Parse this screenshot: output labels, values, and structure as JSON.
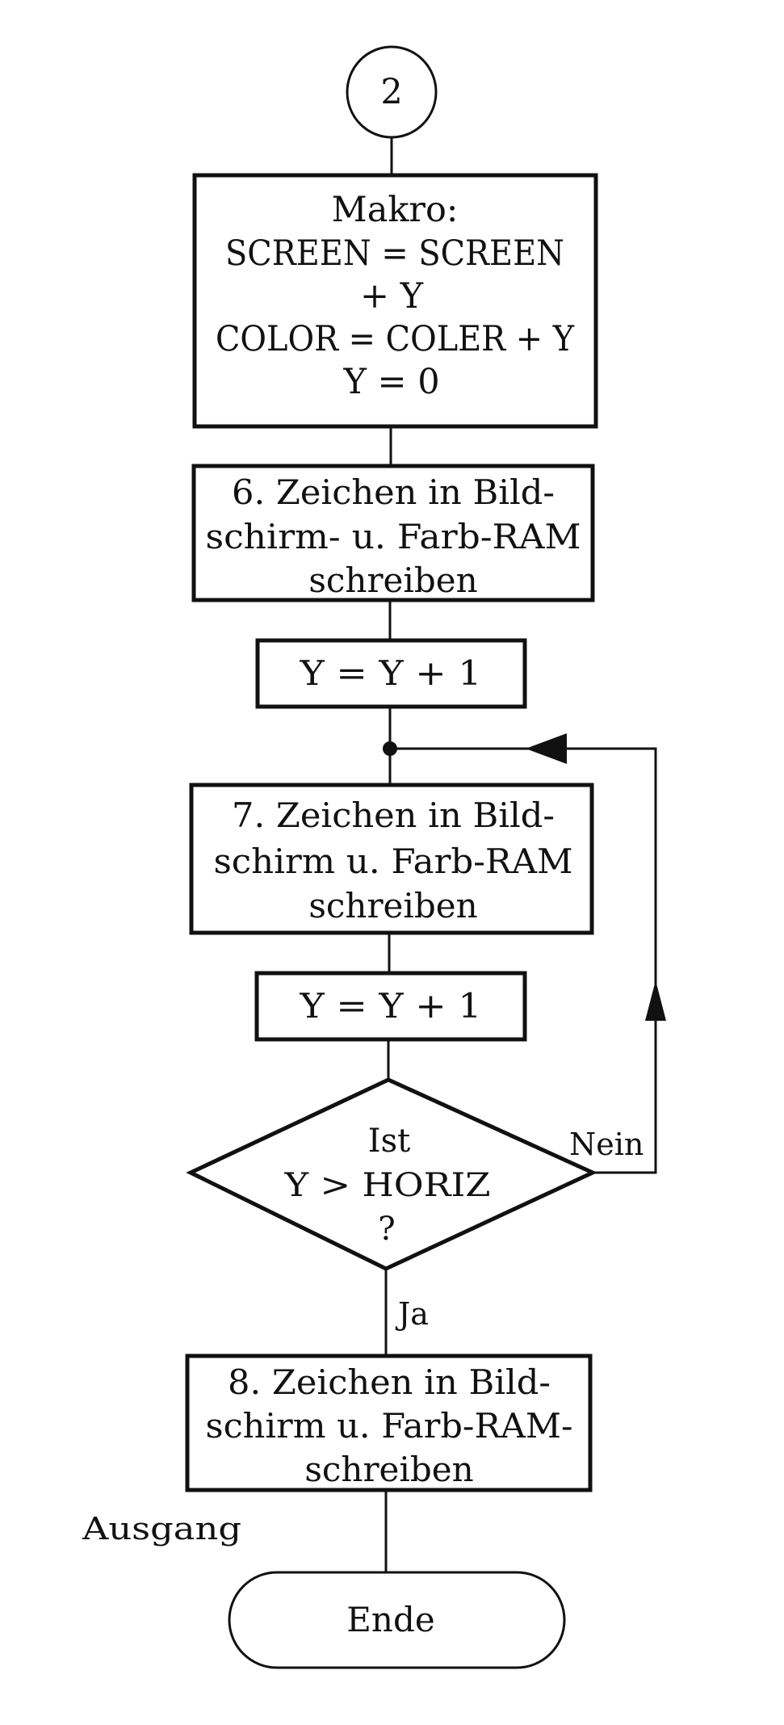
{
  "connector": {
    "label": "2"
  },
  "macro_box": {
    "lines": [
      "Makro:",
      "SCREEN = SCREEN",
      "+ Y",
      "COLOR = COLER + Y",
      "Y = 0"
    ]
  },
  "step6": {
    "lines": [
      "6. Zeichen in Bild-",
      "schirm- u. Farb-RAM",
      "schreiben"
    ]
  },
  "increment1": {
    "label": "Y = Y + 1"
  },
  "step7": {
    "lines": [
      "7. Zeichen in Bild-",
      "schirm u. Farb-RAM",
      "schreiben"
    ]
  },
  "increment2": {
    "label": "Y = Y + 1"
  },
  "decision": {
    "lines": [
      "Ist",
      "Y > HORIZ",
      "?"
    ],
    "no_label": "Nein",
    "yes_label": "Ja"
  },
  "step8": {
    "lines": [
      "8. Zeichen in Bild-",
      "schirm u. Farb-RAM-",
      "schreiben"
    ]
  },
  "exit_label": "Ausgang",
  "terminal": {
    "label": "Ende"
  },
  "colors": {
    "ink": "#111111",
    "paper": "#ffffff"
  }
}
